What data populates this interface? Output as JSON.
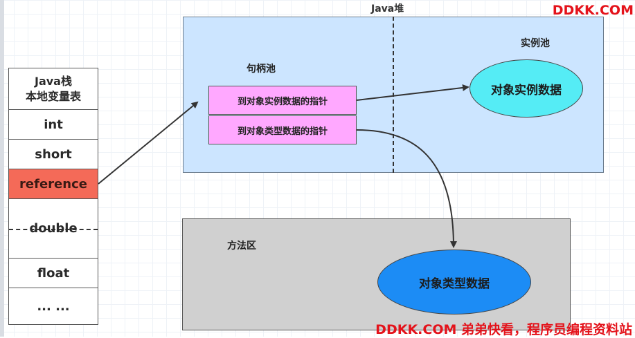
{
  "watermark": {
    "top": "DDKK.COM",
    "bottom": "DDKK.COM 弟弟快看，程序员编程资料站"
  },
  "stack": {
    "title_line1": "Java栈",
    "title_line2": "本地变量表",
    "cells": [
      "int",
      "short",
      "reference",
      "double",
      "float",
      "... ..."
    ]
  },
  "heap": {
    "label": "Java堆",
    "handle_pool_label": "句柄池",
    "instance_pool_label": "实例池",
    "pointer_to_instance": "到对象实例数据的指针",
    "pointer_to_type": "到对象类型数据的指针",
    "instance_data": "对象实例数据"
  },
  "method_area": {
    "label": "方法区",
    "type_data": "对象类型数据"
  },
  "colors": {
    "heap_fill": "#cce5ff",
    "reference_fill": "#f46a58",
    "pointer_fill": "#ffa8ff",
    "instance_ellipse": "#55ecf5",
    "method_area_fill": "#d0d0d0",
    "type_ellipse": "#1c8cf5",
    "watermark": "#e4131b"
  }
}
